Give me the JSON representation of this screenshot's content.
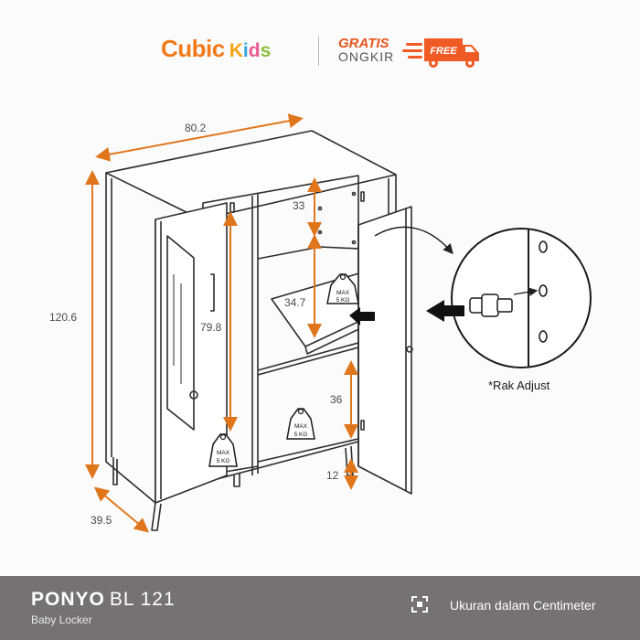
{
  "brand": {
    "name_cubic": "Cubic",
    "name_kids_letters": [
      "K",
      "i",
      "d",
      "s"
    ],
    "name_kids_colors": [
      "#f3a312",
      "#2fa7dc",
      "#e85a8f",
      "#8bbf3a"
    ],
    "promo_line1": "GRATIS",
    "promo_line2": "ONGKIR",
    "promo_badge": "FREE"
  },
  "colors": {
    "dimension_lines": "#e0761c",
    "bottom_bar": "#747272",
    "brand_orange": "#f27a1a"
  },
  "dimensions": {
    "width": "80.2",
    "height": "120.6",
    "depth": "39.5",
    "left_inner_height": "79.8",
    "top_shelf_gap": "33",
    "flap_height": "34.7",
    "lower_shelf_gap": "36",
    "leg_height": "12"
  },
  "weight_tags": [
    {
      "line1": "MAX",
      "line2": "5 KG"
    },
    {
      "line1": "MAX",
      "line2": "5 KG"
    },
    {
      "line1": "MAX",
      "line2": "5 KG"
    }
  ],
  "detail": {
    "label": "*Rak Adjust"
  },
  "product": {
    "name": "PONYO",
    "code": "BL 121",
    "subtitle": "Baby Locker",
    "unit_note": "Ukuran dalam Centimeter"
  }
}
